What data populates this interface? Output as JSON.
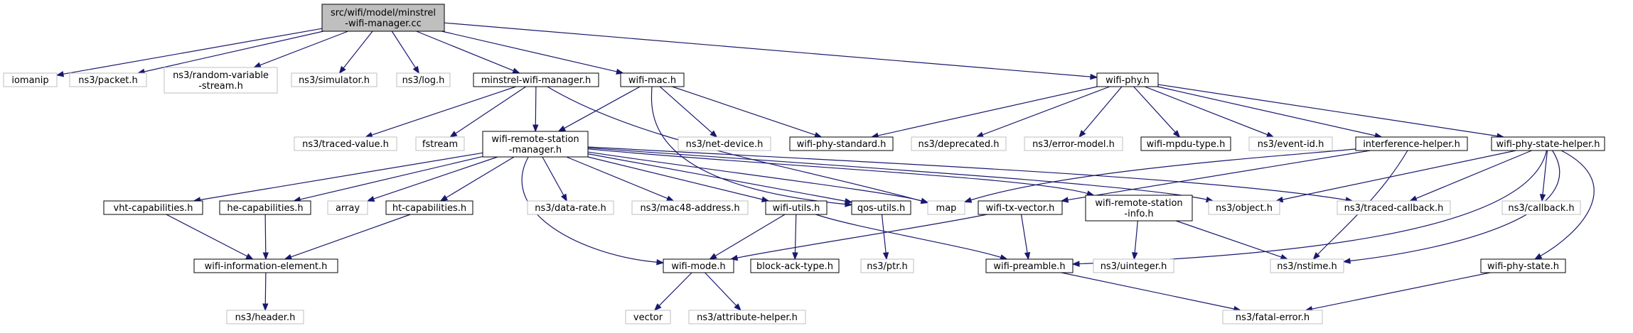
{
  "colors": {
    "edge": "#191970",
    "root_fill": "#bfbfbf",
    "node_fill": "#ffffff",
    "solid_border": "#000000",
    "light_border": "#bfbfbf"
  },
  "nodes": [
    {
      "id": "root",
      "lines": [
        "src/wifi/model/minstrel",
        "-wifi-manager.cc"
      ],
      "style": "root"
    },
    {
      "id": "iomanip",
      "lines": [
        "iomanip"
      ],
      "style": "light"
    },
    {
      "id": "ns3_packet",
      "lines": [
        "ns3/packet.h"
      ],
      "style": "light"
    },
    {
      "id": "ns3_random",
      "lines": [
        "ns3/random-variable",
        "-stream.h"
      ],
      "style": "light"
    },
    {
      "id": "ns3_simulator",
      "lines": [
        "ns3/simulator.h"
      ],
      "style": "light"
    },
    {
      "id": "ns3_log",
      "lines": [
        "ns3/log.h"
      ],
      "style": "light"
    },
    {
      "id": "minstrel_h",
      "lines": [
        "minstrel-wifi-manager.h"
      ],
      "style": "solid"
    },
    {
      "id": "wifi_mac",
      "lines": [
        "wifi-mac.h"
      ],
      "style": "solid"
    },
    {
      "id": "wifi_phy",
      "lines": [
        "wifi-phy.h"
      ],
      "style": "solid"
    },
    {
      "id": "ns3_traced_value",
      "lines": [
        "ns3/traced-value.h"
      ],
      "style": "light"
    },
    {
      "id": "fstream",
      "lines": [
        "fstream"
      ],
      "style": "light"
    },
    {
      "id": "wrsm",
      "lines": [
        "wifi-remote-station",
        "-manager.h"
      ],
      "style": "solid"
    },
    {
      "id": "ns3_net_device",
      "lines": [
        "ns3/net-device.h"
      ],
      "style": "light"
    },
    {
      "id": "wifi_phy_standard",
      "lines": [
        "wifi-phy-standard.h"
      ],
      "style": "solid"
    },
    {
      "id": "ns3_deprecated",
      "lines": [
        "ns3/deprecated.h"
      ],
      "style": "light"
    },
    {
      "id": "ns3_error_model",
      "lines": [
        "ns3/error-model.h"
      ],
      "style": "light"
    },
    {
      "id": "wifi_mpdu_type",
      "lines": [
        "wifi-mpdu-type.h"
      ],
      "style": "solid"
    },
    {
      "id": "ns3_event_id",
      "lines": [
        "ns3/event-id.h"
      ],
      "style": "light"
    },
    {
      "id": "interference_helper",
      "lines": [
        "interference-helper.h"
      ],
      "style": "solid"
    },
    {
      "id": "wifi_phy_state_helper",
      "lines": [
        "wifi-phy-state-helper.h"
      ],
      "style": "solid"
    },
    {
      "id": "vht_cap",
      "lines": [
        "vht-capabilities.h"
      ],
      "style": "solid"
    },
    {
      "id": "he_cap",
      "lines": [
        "he-capabilities.h"
      ],
      "style": "solid"
    },
    {
      "id": "array",
      "lines": [
        "array"
      ],
      "style": "light"
    },
    {
      "id": "ht_cap",
      "lines": [
        "ht-capabilities.h"
      ],
      "style": "solid"
    },
    {
      "id": "ns3_data_rate",
      "lines": [
        "ns3/data-rate.h"
      ],
      "style": "light"
    },
    {
      "id": "ns3_mac48",
      "lines": [
        "ns3/mac48-address.h"
      ],
      "style": "light"
    },
    {
      "id": "wifi_utils",
      "lines": [
        "wifi-utils.h"
      ],
      "style": "solid"
    },
    {
      "id": "qos_utils",
      "lines": [
        "qos-utils.h"
      ],
      "style": "solid"
    },
    {
      "id": "map",
      "lines": [
        "map"
      ],
      "style": "light"
    },
    {
      "id": "wifi_tx_vector",
      "lines": [
        "wifi-tx-vector.h"
      ],
      "style": "solid"
    },
    {
      "id": "wrs_info",
      "lines": [
        "wifi-remote-station",
        "-info.h"
      ],
      "style": "solid"
    },
    {
      "id": "ns3_object",
      "lines": [
        "ns3/object.h"
      ],
      "style": "light"
    },
    {
      "id": "ns3_traced_callback",
      "lines": [
        "ns3/traced-callback.h"
      ],
      "style": "light"
    },
    {
      "id": "ns3_callback",
      "lines": [
        "ns3/callback.h"
      ],
      "style": "light"
    },
    {
      "id": "wifi_info_elem",
      "lines": [
        "wifi-information-element.h"
      ],
      "style": "solid"
    },
    {
      "id": "wifi_mode",
      "lines": [
        "wifi-mode.h"
      ],
      "style": "solid"
    },
    {
      "id": "block_ack_type",
      "lines": [
        "block-ack-type.h"
      ],
      "style": "solid"
    },
    {
      "id": "ns3_ptr",
      "lines": [
        "ns3/ptr.h"
      ],
      "style": "light"
    },
    {
      "id": "wifi_preamble",
      "lines": [
        "wifi-preamble.h"
      ],
      "style": "solid"
    },
    {
      "id": "ns3_uinteger",
      "lines": [
        "ns3/uinteger.h"
      ],
      "style": "light"
    },
    {
      "id": "ns3_nstime",
      "lines": [
        "ns3/nstime.h"
      ],
      "style": "light"
    },
    {
      "id": "wifi_phy_state",
      "lines": [
        "wifi-phy-state.h"
      ],
      "style": "solid"
    },
    {
      "id": "ns3_header",
      "lines": [
        "ns3/header.h"
      ],
      "style": "light"
    },
    {
      "id": "vector",
      "lines": [
        "vector"
      ],
      "style": "light"
    },
    {
      "id": "ns3_attribute_helper",
      "lines": [
        "ns3/attribute-helper.h"
      ],
      "style": "light"
    },
    {
      "id": "ns3_fatal_error",
      "lines": [
        "ns3/fatal-error.h"
      ],
      "style": "light"
    }
  ],
  "edges": [
    [
      "root",
      "iomanip"
    ],
    [
      "root",
      "ns3_packet"
    ],
    [
      "root",
      "ns3_random"
    ],
    [
      "root",
      "ns3_simulator"
    ],
    [
      "root",
      "ns3_log"
    ],
    [
      "root",
      "minstrel_h"
    ],
    [
      "root",
      "wifi_mac"
    ],
    [
      "root",
      "wifi_phy"
    ],
    [
      "minstrel_h",
      "ns3_traced_value"
    ],
    [
      "minstrel_h",
      "fstream"
    ],
    [
      "minstrel_h",
      "wrsm"
    ],
    [
      "minstrel_h",
      "map"
    ],
    [
      "wifi_mac",
      "wrsm"
    ],
    [
      "wifi_mac",
      "ns3_net_device"
    ],
    [
      "wifi_mac",
      "wifi_phy_standard"
    ],
    [
      "wifi_mac",
      "qos_utils"
    ],
    [
      "wifi_phy",
      "wifi_phy_standard"
    ],
    [
      "wifi_phy",
      "ns3_deprecated"
    ],
    [
      "wifi_phy",
      "ns3_error_model"
    ],
    [
      "wifi_phy",
      "wifi_mpdu_type"
    ],
    [
      "wifi_phy",
      "ns3_event_id"
    ],
    [
      "wifi_phy",
      "interference_helper"
    ],
    [
      "wifi_phy",
      "wifi_phy_state_helper"
    ],
    [
      "wrsm",
      "vht_cap"
    ],
    [
      "wrsm",
      "he_cap"
    ],
    [
      "wrsm",
      "array"
    ],
    [
      "wrsm",
      "ht_cap"
    ],
    [
      "wrsm",
      "ns3_data_rate"
    ],
    [
      "wrsm",
      "ns3_mac48"
    ],
    [
      "wrsm",
      "wifi_utils"
    ],
    [
      "wrsm",
      "qos_utils"
    ],
    [
      "wrsm",
      "map"
    ],
    [
      "wrsm",
      "wrs_info"
    ],
    [
      "wrsm",
      "ns3_object"
    ],
    [
      "wrsm",
      "ns3_traced_callback"
    ],
    [
      "wrsm",
      "wifi_mode"
    ],
    [
      "interference_helper",
      "map"
    ],
    [
      "interference_helper",
      "wifi_tx_vector"
    ],
    [
      "interference_helper",
      "ns3_nstime"
    ],
    [
      "wifi_phy_state_helper",
      "ns3_object"
    ],
    [
      "wifi_phy_state_helper",
      "ns3_traced_callback"
    ],
    [
      "wifi_phy_state_helper",
      "ns3_callback"
    ],
    [
      "wifi_phy_state_helper",
      "wifi_preamble"
    ],
    [
      "wifi_phy_state_helper",
      "ns3_nstime"
    ],
    [
      "wifi_phy_state_helper",
      "wifi_phy_state"
    ],
    [
      "vht_cap",
      "wifi_info_elem"
    ],
    [
      "he_cap",
      "wifi_info_elem"
    ],
    [
      "ht_cap",
      "wifi_info_elem"
    ],
    [
      "wifi_utils",
      "wifi_mode"
    ],
    [
      "wifi_utils",
      "block_ack_type"
    ],
    [
      "wifi_utils",
      "wifi_preamble"
    ],
    [
      "qos_utils",
      "ns3_ptr"
    ],
    [
      "wifi_tx_vector",
      "wifi_mode"
    ],
    [
      "wifi_tx_vector",
      "wifi_preamble"
    ],
    [
      "wrs_info",
      "ns3_uinteger"
    ],
    [
      "wrs_info",
      "ns3_nstime"
    ],
    [
      "wifi_info_elem",
      "ns3_header"
    ],
    [
      "wifi_mode",
      "vector"
    ],
    [
      "wifi_mode",
      "ns3_attribute_helper"
    ],
    [
      "wifi_preamble",
      "ns3_fatal_error"
    ],
    [
      "wifi_phy_state",
      "ns3_fatal_error"
    ]
  ]
}
